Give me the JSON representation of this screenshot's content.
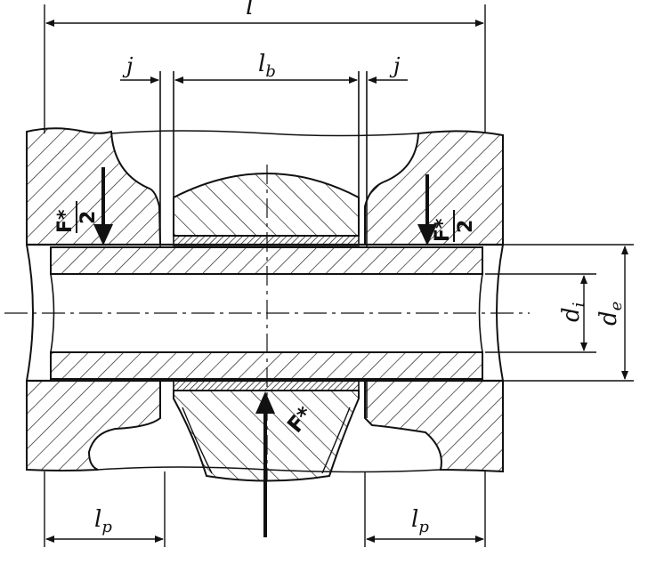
{
  "labels": {
    "total_length": "l",
    "bush_length": "l",
    "bush_sub": "b",
    "gap_left": "j",
    "gap_right": "j",
    "plate_left": "l",
    "plate_left_sub": "p",
    "plate_right": "l",
    "plate_right_sub": "p",
    "inner_dia": "d",
    "inner_sub": "i",
    "outer_dia": "d",
    "outer_sub": "e",
    "force_center": "F*",
    "force_left_num": "F*",
    "force_left_den": "2",
    "force_right_num": "F*",
    "force_right_den": "2"
  },
  "colors": {
    "ink": "#111111",
    "paper": "#ffffff"
  }
}
